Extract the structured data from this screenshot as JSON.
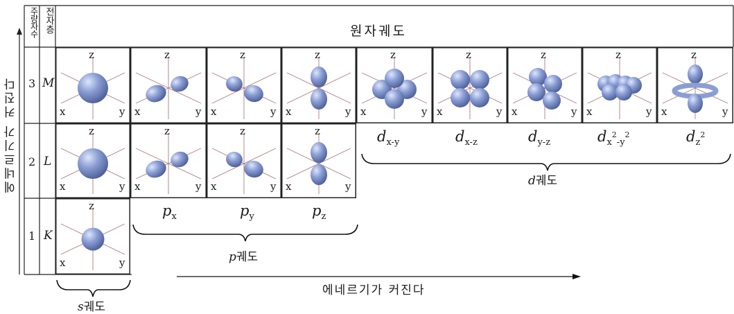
{
  "header": {
    "col_principal": "주량자수",
    "col_shell": "전자층",
    "title": "원자궤도"
  },
  "rows": [
    {
      "n": "3",
      "shell": "M"
    },
    {
      "n": "2",
      "shell": "L"
    },
    {
      "n": "1",
      "shell": "K"
    }
  ],
  "axes": {
    "x": "x",
    "y": "y",
    "z": "z"
  },
  "labels": {
    "px": {
      "base": "p",
      "sub": "x"
    },
    "py": {
      "base": "p",
      "sub": "y"
    },
    "pz": {
      "base": "p",
      "sub": "z"
    },
    "dxy": {
      "base": "d",
      "sub": "x-y"
    },
    "dxz": {
      "base": "d",
      "sub": "x-z"
    },
    "dyz": {
      "base": "d",
      "sub": "y-z"
    },
    "dx2y2": {
      "base": "d",
      "sub": "x",
      "sup1": "2",
      "mid": "-y",
      "sup2": "2"
    },
    "dz2": {
      "base": "d",
      "sub": "z",
      "sup": "2"
    }
  },
  "groups": {
    "s": {
      "letter": "s",
      "text": "궤도"
    },
    "p": {
      "letter": "p",
      "text": "궤도"
    },
    "d": {
      "letter": "d",
      "text": "궤도"
    }
  },
  "energy": {
    "horizontal": "에네르기가 커진다",
    "vertical": "에네르기가 커진다"
  },
  "colors": {
    "orbital": "#8a9ed4",
    "orbital_dark": "#4a5c96",
    "orbital_light": "#dde6fb",
    "axis": "#9a5a5a",
    "grid": "#222222"
  }
}
